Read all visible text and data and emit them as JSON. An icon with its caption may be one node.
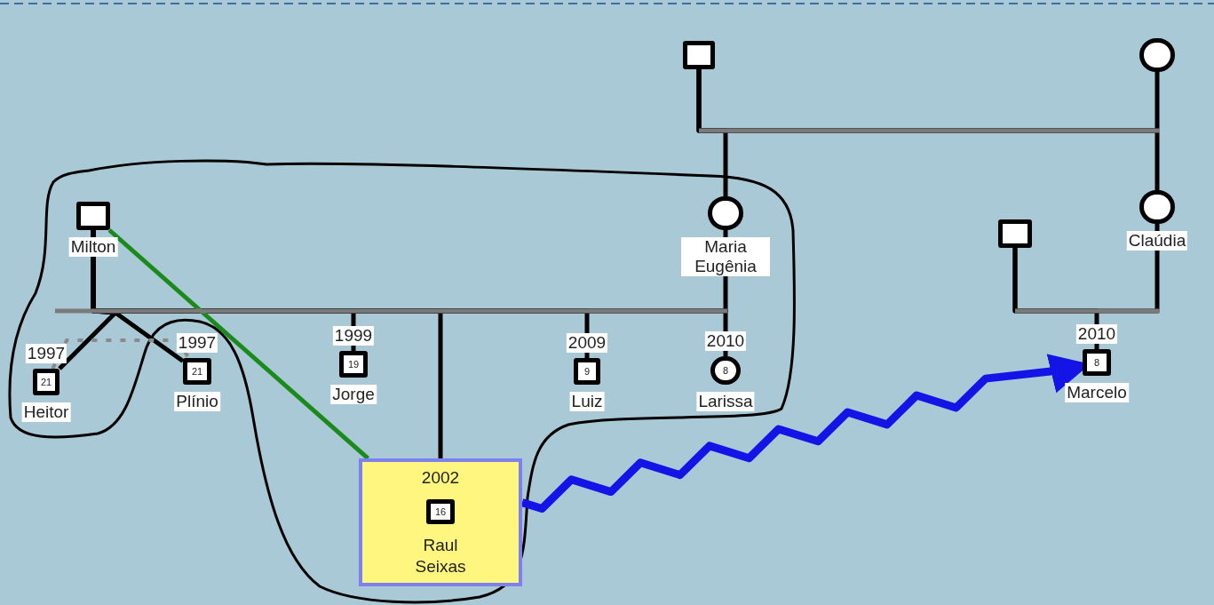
{
  "diagram": {
    "nodes": [
      {
        "text": [],
        "shape": "box"
      },
      {
        "text": [],
        "shape": "circle"
      },
      {
        "text": [],
        "shape": "box",
        "beside": [
          "Milton"
        ]
      },
      {
        "text": [],
        "shape": "circle",
        "beside": [
          "Maria Eugênia"
        ]
      },
      {
        "text": [],
        "shape": "circle",
        "beside": [
          "Claúdia"
        ]
      },
      {
        "text": [],
        "shape": "box"
      },
      {
        "text": [
          "21"
        ],
        "beside": [
          "1997",
          "Heitor"
        ]
      },
      {
        "text": [
          "21"
        ],
        "beside": [
          "1997",
          "Plínio"
        ]
      },
      {
        "text": [
          "19"
        ],
        "beside": [
          "1999",
          "Jorge"
        ]
      },
      {
        "text": [
          "2002",
          "Raul Seixas"
        ]
      },
      {
        "text": [
          "16"
        ],
        "in": 9
      },
      {
        "text": [
          "9"
        ],
        "beside": [
          "2009",
          "Luiz"
        ]
      },
      {
        "text": [
          "8"
        ],
        "beside": [
          "2010",
          "Larissa"
        ]
      },
      {
        "text": [
          "8"
        ],
        "beside": [
          "2010",
          "Marcelo"
        ]
      }
    ],
    "edges": [
      {
        "from": 0,
        "to": 1,
        "arrow": "none"
      },
      {
        "from": 0,
        "to": 3,
        "arrow": "none"
      },
      {
        "from": 0,
        "to": 4,
        "arrow": "none"
      },
      {
        "from": 2,
        "to": 3,
        "arrow": "none"
      },
      {
        "from": 2,
        "to": 6,
        "arrow": "none"
      },
      {
        "from": 2,
        "to": 7,
        "arrow": "none"
      },
      {
        "from": 2,
        "to": 8,
        "arrow": "none"
      },
      {
        "from": 2,
        "to": 9,
        "arrow": "none"
      },
      {
        "from": 2,
        "to": 11,
        "arrow": "none"
      },
      {
        "from": 2,
        "to": 12,
        "arrow": "none"
      },
      {
        "from": 6,
        "to": 7,
        "arrow": "none",
        "style": "dashed",
        "color": "#8a8a8a"
      },
      {
        "from": 5,
        "to": 4,
        "arrow": "none"
      },
      {
        "from": 5,
        "to": 13,
        "arrow": "none"
      },
      {
        "from": 2,
        "to": 9,
        "arrow": "none",
        "color": "#1a8a1a"
      },
      {
        "from": 9,
        "to": 13,
        "arrow": "to",
        "style": "thick",
        "color": "#1414e6"
      }
    ]
  }
}
